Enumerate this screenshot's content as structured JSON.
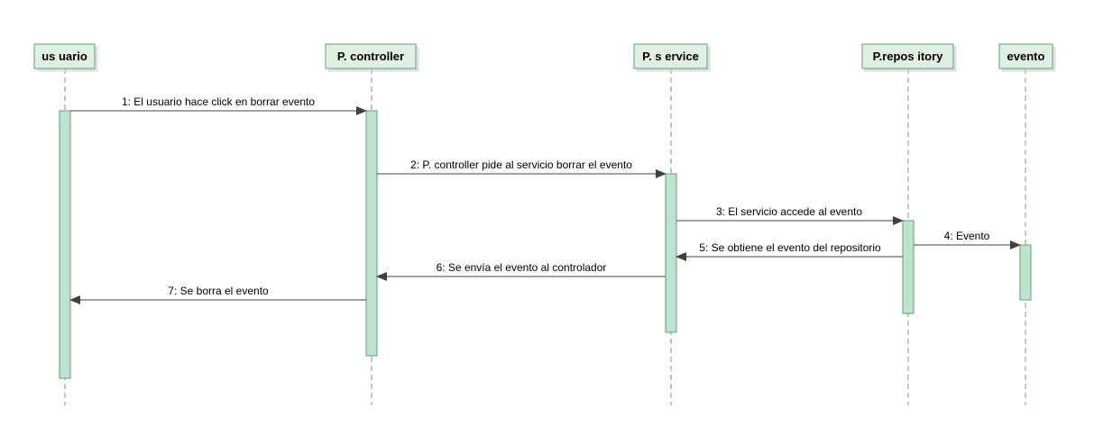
{
  "diagram": {
    "type": "sequence",
    "participants": [
      {
        "id": "usuario",
        "label": "us uario"
      },
      {
        "id": "controller",
        "label": "P. controller"
      },
      {
        "id": "service",
        "label": "P. s ervice"
      },
      {
        "id": "repository",
        "label": "P.repos itory"
      },
      {
        "id": "evento",
        "label": "evento"
      }
    ],
    "messages": [
      {
        "from": "usuario",
        "to": "controller",
        "label": "1: El usuario hace click en borrar evento"
      },
      {
        "from": "controller",
        "to": "service",
        "label": "2: P. controller pide al servicio borrar el evento"
      },
      {
        "from": "service",
        "to": "repository",
        "label": "3: El servicio accede al evento"
      },
      {
        "from": "repository",
        "to": "evento",
        "label": "4: Evento"
      },
      {
        "from": "repository",
        "to": "service",
        "label": "5: Se obtiene el evento del repositorio"
      },
      {
        "from": "service",
        "to": "controller",
        "label": "6: Se envía el evento al controlador"
      },
      {
        "from": "controller",
        "to": "usuario",
        "label": "7: Se borra el evento"
      }
    ],
    "colors": {
      "actor_fill": "#dff0e2",
      "activation_fill": "#bfe3cc",
      "activation_stroke": "#5f9f7f",
      "lifeline": "#6f9f87",
      "arrow": "#404040"
    }
  }
}
